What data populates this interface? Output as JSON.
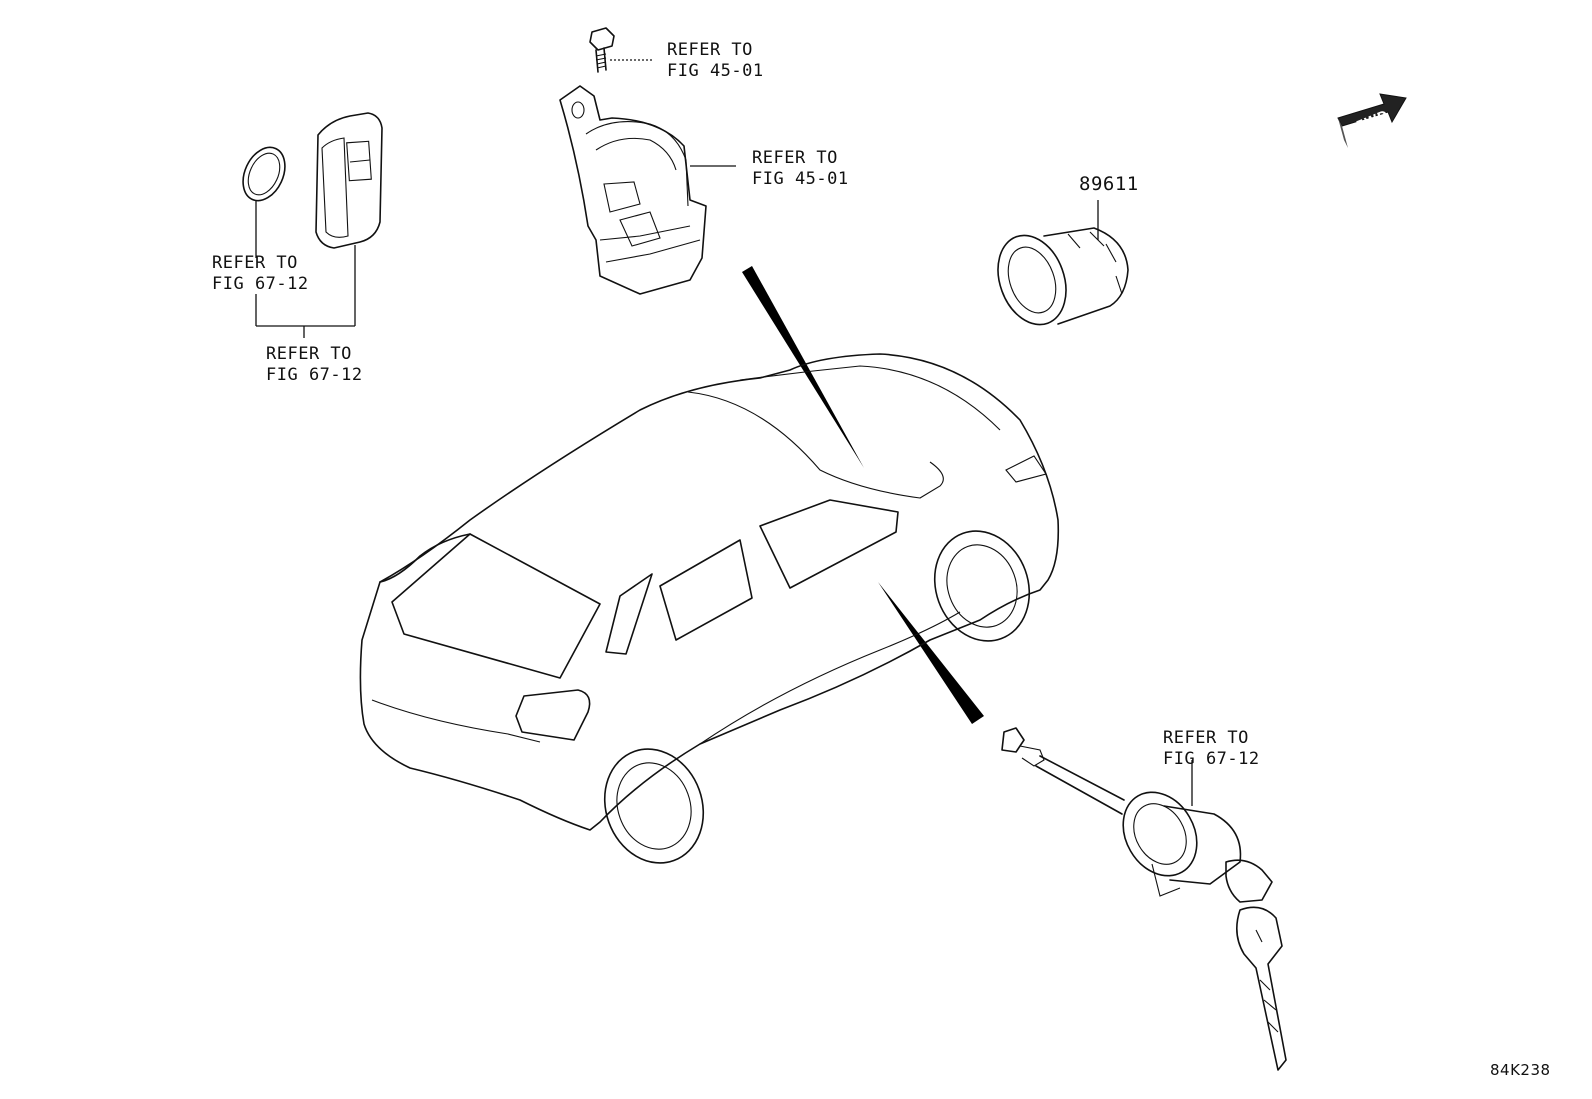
{
  "labels": {
    "refer_bolt": "REFER TO\nFIG 45-01",
    "refer_switch": "REFER TO\nFIG 45-01",
    "refer_ring": "REFER TO\nFIG 67-12",
    "refer_fob_group": "REFER TO\nFIG 67-12",
    "refer_cylinder": "REFER TO\nFIG 67-12",
    "part_number": "89611",
    "figure_code": "84K238",
    "fwd_arrow": "FWD"
  }
}
